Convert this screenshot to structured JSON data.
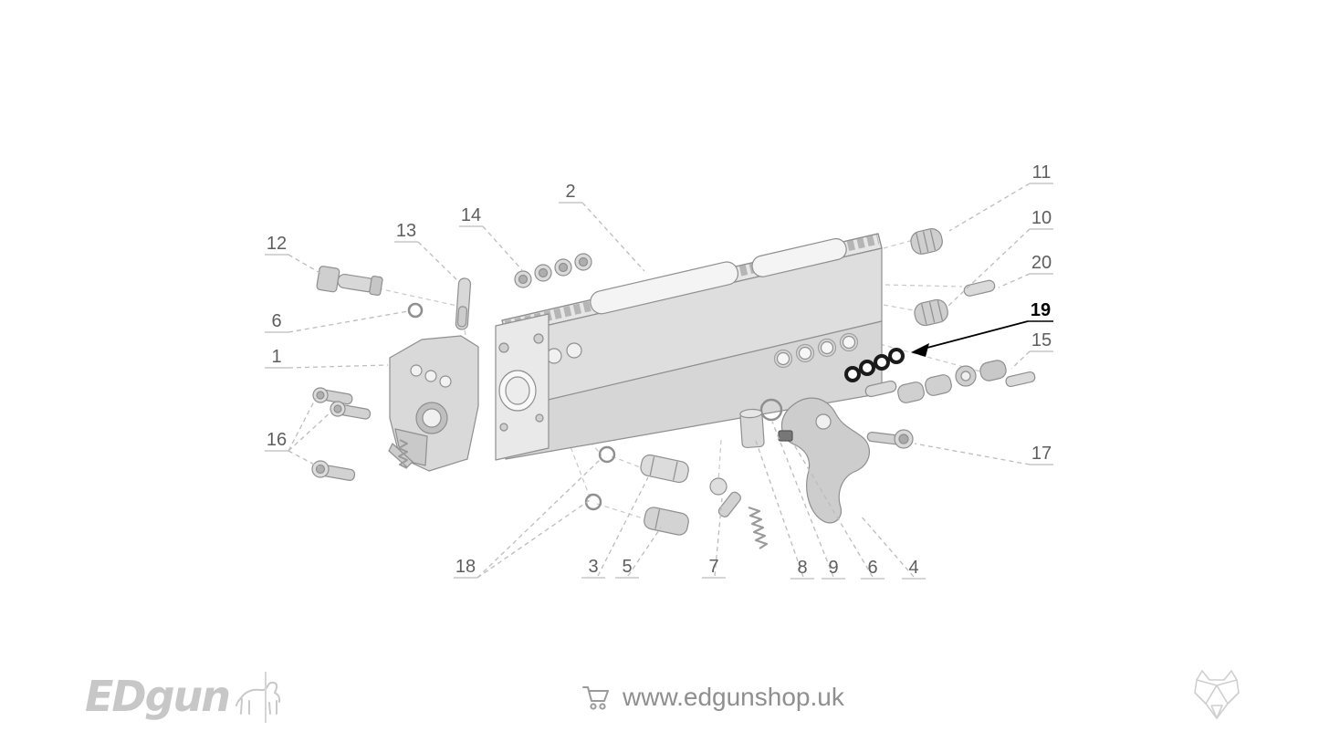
{
  "diagram": {
    "type": "exploded-parts-diagram",
    "highlight_color": "#000000",
    "line_color": "#bcbcbc",
    "callouts": [
      {
        "label": "12"
      },
      {
        "label": "13"
      },
      {
        "label": "14"
      },
      {
        "label": "2"
      },
      {
        "label": "6"
      },
      {
        "label": "1"
      },
      {
        "label": "16"
      },
      {
        "label": "18"
      },
      {
        "label": "3"
      },
      {
        "label": "5"
      },
      {
        "label": "7"
      },
      {
        "label": "8"
      },
      {
        "label": "9"
      },
      {
        "label": "6"
      },
      {
        "label": "4"
      },
      {
        "label": "11"
      },
      {
        "label": "10"
      },
      {
        "label": "20"
      },
      {
        "label": "19",
        "emphasis": true
      },
      {
        "label": "15"
      },
      {
        "label": "17"
      }
    ]
  },
  "footer": {
    "brand": "EDgun",
    "website": "www.edgunshop.uk",
    "icons": {
      "cart": "shopping-cart-icon",
      "dog": "dog-silhouette-icon",
      "fox": "fox-head-logo-icon"
    }
  }
}
